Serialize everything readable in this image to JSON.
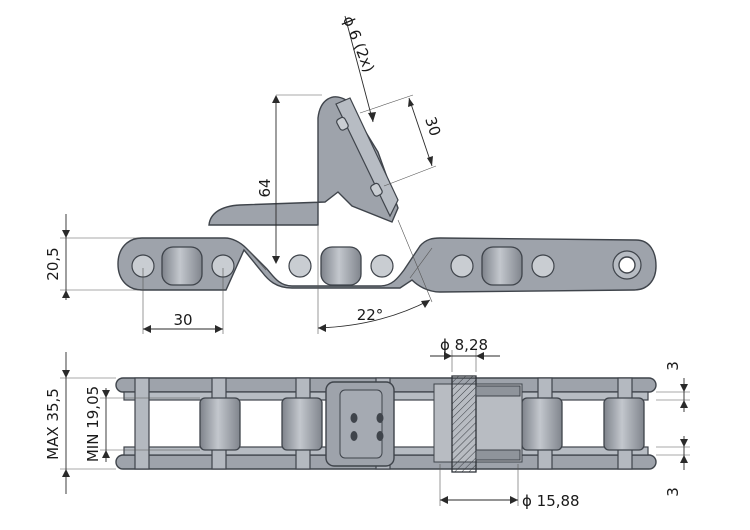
{
  "top_view": {
    "dim_pin_hole": "ϕ 6 (2x)",
    "dim_slot": "30",
    "dim_height": "64",
    "dim_plate_height": "20,5",
    "dim_pitch": "30",
    "dim_angle": "22°"
  },
  "side_view": {
    "dim_pin_diameter": "ϕ 8,28",
    "dim_roller_diameter": "ϕ 15,88",
    "dim_max_width": "MAX 35,5",
    "dim_min_inner": "MIN 19,05",
    "dim_top_offset": "3",
    "dim_bottom_offset": "3"
  },
  "colors": {
    "steel": "#9ea3ab",
    "steel_light": "#b7bcc3",
    "outline": "#3f444b"
  }
}
